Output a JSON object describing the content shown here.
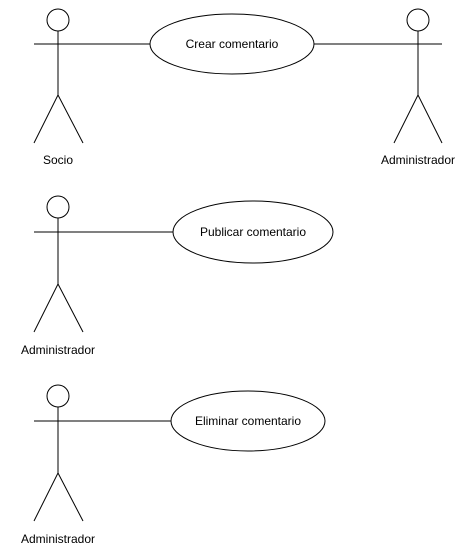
{
  "use_cases": {
    "crear": "Crear comentario",
    "publicar": "Publicar comentario",
    "eliminar": "Eliminar comentario"
  },
  "actors": {
    "socio": "Socio",
    "admin_crear": "Administrador",
    "admin_publicar": "Administrador",
    "admin_eliminar": "Administrador"
  },
  "colors": {
    "stroke": "#000000",
    "background": "#ffffff"
  }
}
